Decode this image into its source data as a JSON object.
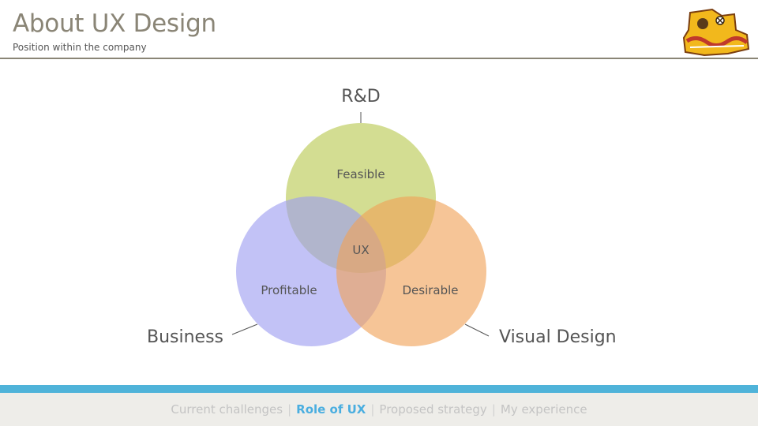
{
  "header": {
    "title": "About UX Design",
    "subtitle": "Position within the company"
  },
  "logo": {
    "icon": "game-logo-icon"
  },
  "diagram": {
    "top_label": "R&D",
    "left_label": "Business",
    "right_label": "Visual Design",
    "circles": {
      "top": {
        "label": "Feasible",
        "color": "#c9d67a"
      },
      "left": {
        "label": "Profitable",
        "color": "#9d9cf0"
      },
      "right": {
        "label": "Desirable",
        "color": "#f0a257"
      }
    },
    "center_label": "UX"
  },
  "footer": {
    "items": [
      {
        "label": "Current challenges",
        "active": false
      },
      {
        "label": "Role of UX",
        "active": true
      },
      {
        "label": "Proposed strategy",
        "active": false
      },
      {
        "label": "My experience",
        "active": false
      }
    ],
    "accent_color": "#4fb3d9"
  }
}
